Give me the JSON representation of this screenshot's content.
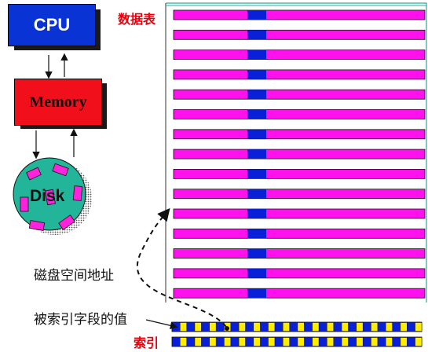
{
  "labels": {
    "cpu": "CPU",
    "memory": "Memory",
    "disk": "Disk",
    "data_table": "数据表",
    "disk_address": "磁盘空间地址",
    "indexed_field_value": "被索引字段的值",
    "index": "索引"
  },
  "colors": {
    "cpu": "#0a33d6",
    "memory": "#f00f1a",
    "disk": "#22b59a",
    "disk_block": "#ff22dd",
    "row_fill": "#ff11ee",
    "row_key": "#0a1fd8",
    "index_key": "#ffee00",
    "index_ptr": "#0a1fd8",
    "red_text": "#e8000d",
    "table_border": "#2aa89a"
  },
  "table": {
    "row_count": 15
  },
  "index": {
    "row_count": 2,
    "cells_per_row": 17
  }
}
